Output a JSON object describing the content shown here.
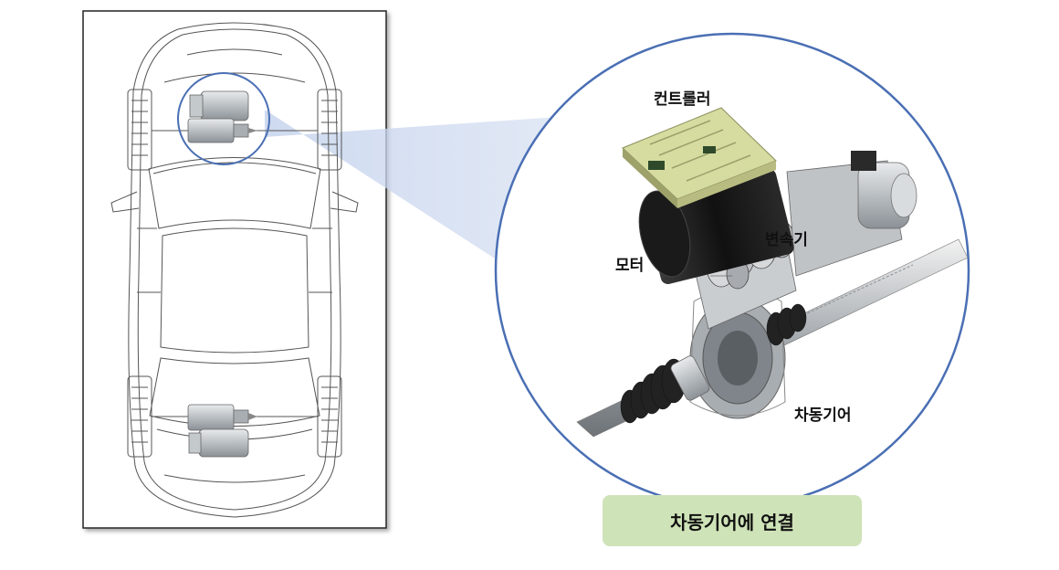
{
  "colors": {
    "circle_stroke": "#4a6fb4",
    "projection_fill": "#c9d6ee",
    "caption_background": "#cfe3b8",
    "car_outline": "#555555",
    "panel_border": "#222222",
    "controller_board": "#d6dca0",
    "motor_body": "#1d1d1d",
    "metal": "#b9bec2",
    "boot_rubber": "#222222"
  },
  "icons": {
    "car": "car-top-view-outline",
    "front_actuator": "front-steering-actuator",
    "rear_actuator": "rear-steering-actuator",
    "mechanism": "rack-pinion-actuator-assembly"
  },
  "labels": {
    "controller": "컨트롤러",
    "motor": "모터",
    "transmission": "변속기",
    "differential_gear": "차동기어"
  },
  "caption": "차동기어에 연결"
}
